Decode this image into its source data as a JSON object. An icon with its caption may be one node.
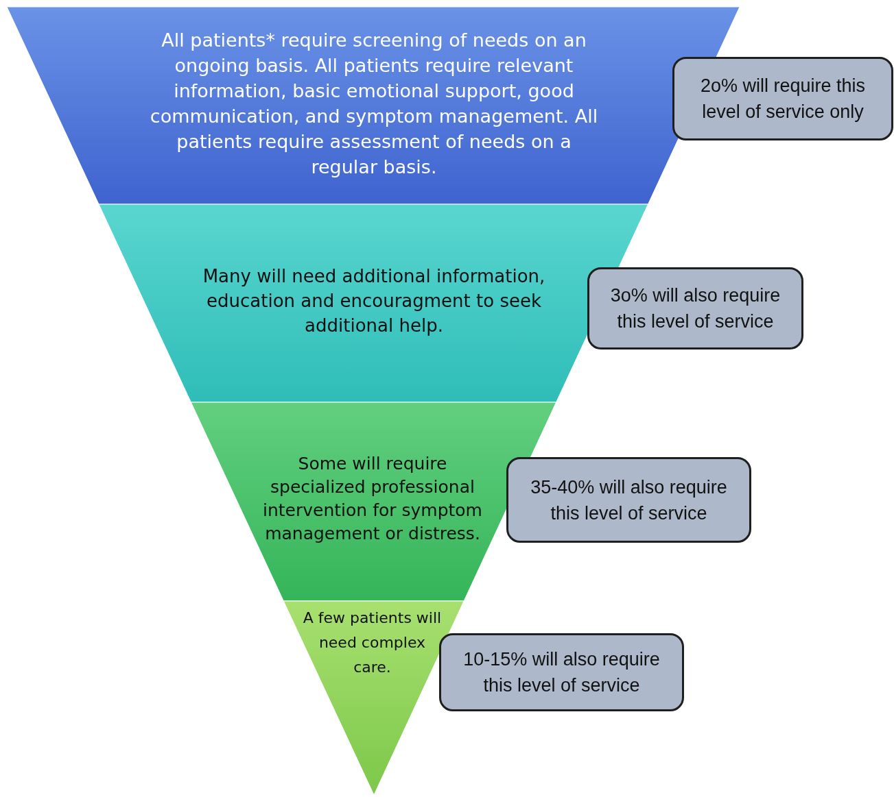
{
  "diagram": {
    "nodes": [
      {
        "text": [
          "All patients* require screening of needs on an ongoing basis. All patients require relevant information, basic emotional support, good communication, and symptom management. All patients require assessment of needs on a regular basis."
        ]
      },
      {
        "text": [
          "Many will need additional information, education and encouragment to seek additional help."
        ]
      },
      {
        "text": [
          "Some will require specialized professional intervention for symptom management or distress."
        ]
      },
      {
        "text": [
          "A few patients will need complex care."
        ]
      },
      {
        "text": [
          "2o% will require this level of service only"
        ]
      },
      {
        "text": [
          "3o% will also require this level of service"
        ]
      },
      {
        "text": [
          "35-40% will also require this level of service"
        ]
      },
      {
        "text": [
          "10-15% will also require this level of service"
        ]
      }
    ]
  }
}
